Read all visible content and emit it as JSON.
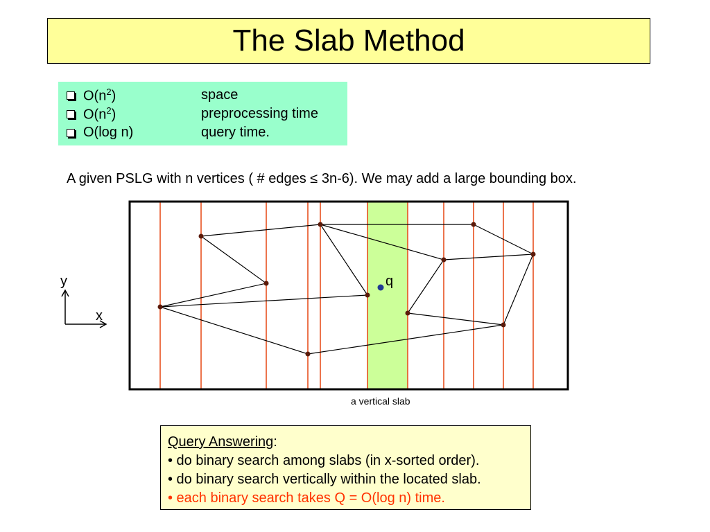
{
  "title": "The Slab Method",
  "complexities": [
    {
      "bound": "O(n",
      "sup": "2",
      "close": ")",
      "desc": "space"
    },
    {
      "bound": "O(n",
      "sup": "2",
      "close": ")",
      "desc": "preprocessing time"
    },
    {
      "bound": "O(log n)",
      "sup": "",
      "close": "",
      "desc": "query time."
    }
  ],
  "pslg_sentence": "A given PSLG with n vertices  ( # edges ≤ 3n-6). We may add a large bounding box.",
  "slab_label": "a vertical slab",
  "axis": {
    "y": "y",
    "x": "x"
  },
  "query_point_label": "q",
  "query": {
    "heading": "Query Answering",
    "heading_suffix": ":",
    "bullets": [
      "• do binary search among slabs (in x-sorted order).",
      "• do binary search vertically within the located slab.",
      "• each binary search takes Q = O(log n) time."
    ]
  },
  "colors": {
    "title_bg": "#ffff99",
    "complexity_bg": "#99ffcc",
    "query_bg": "#ffffcc",
    "slab_fill": "#ccff99",
    "slab_lines": "#e8501f",
    "highlight_text": "#ff3300",
    "query_point": "#1f3a93"
  }
}
